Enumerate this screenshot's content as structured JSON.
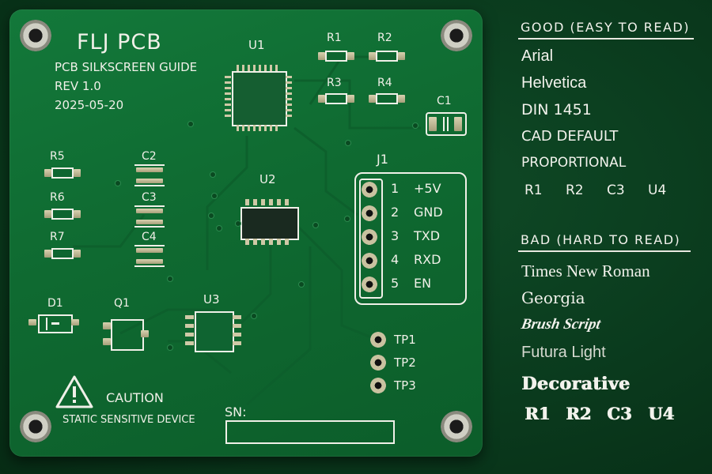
{
  "board": {
    "title": "FLJ PCB",
    "subtitle": "PCB SILKSCREEN GUIDE",
    "revision": "REV 1.0",
    "date": "2025-05-20",
    "designators": {
      "u1": "U1",
      "u2": "U2",
      "u3": "U3",
      "r1": "R1",
      "r2": "R2",
      "r3": "R3",
      "r4": "R4",
      "r5": "R5",
      "r6": "R6",
      "r7": "R7",
      "c1": "C1",
      "c2": "C2",
      "c3": "C3",
      "c4": "C4",
      "d1": "D1",
      "q1": "Q1",
      "j1": "J1"
    },
    "j1_pins": [
      {
        "num": "1",
        "name": "+5V"
      },
      {
        "num": "2",
        "name": "GND"
      },
      {
        "num": "3",
        "name": "TXD"
      },
      {
        "num": "4",
        "name": "RXD"
      },
      {
        "num": "5",
        "name": "EN"
      }
    ],
    "test_points": [
      "TP1",
      "TP2",
      "TP3"
    ],
    "caution_title": "CAUTION",
    "caution_text": "STATIC SENSITIVE DEVICE",
    "serial_label": "SN:"
  },
  "guide": {
    "good_heading": "GOOD (EASY TO READ)",
    "good_fonts": [
      "Arial",
      "Helvetica",
      "DIN 1451",
      "CAD DEFAULT",
      "PROPORTIONAL"
    ],
    "good_samples": [
      "R1",
      "R2",
      "C3",
      "U4"
    ],
    "bad_heading": "BAD (HARD TO READ)",
    "bad_fonts": [
      "Times New Roman",
      "Georgia",
      "Brush Script",
      "Futura Light",
      "Decorative"
    ],
    "bad_samples": [
      "R1",
      "R2",
      "C3",
      "U4"
    ]
  },
  "colors": {
    "solder_mask": "#0f6a31",
    "background": "#0a3a1d",
    "silkscreen": "#f0f0e8",
    "pad": "#c9c2a0"
  }
}
